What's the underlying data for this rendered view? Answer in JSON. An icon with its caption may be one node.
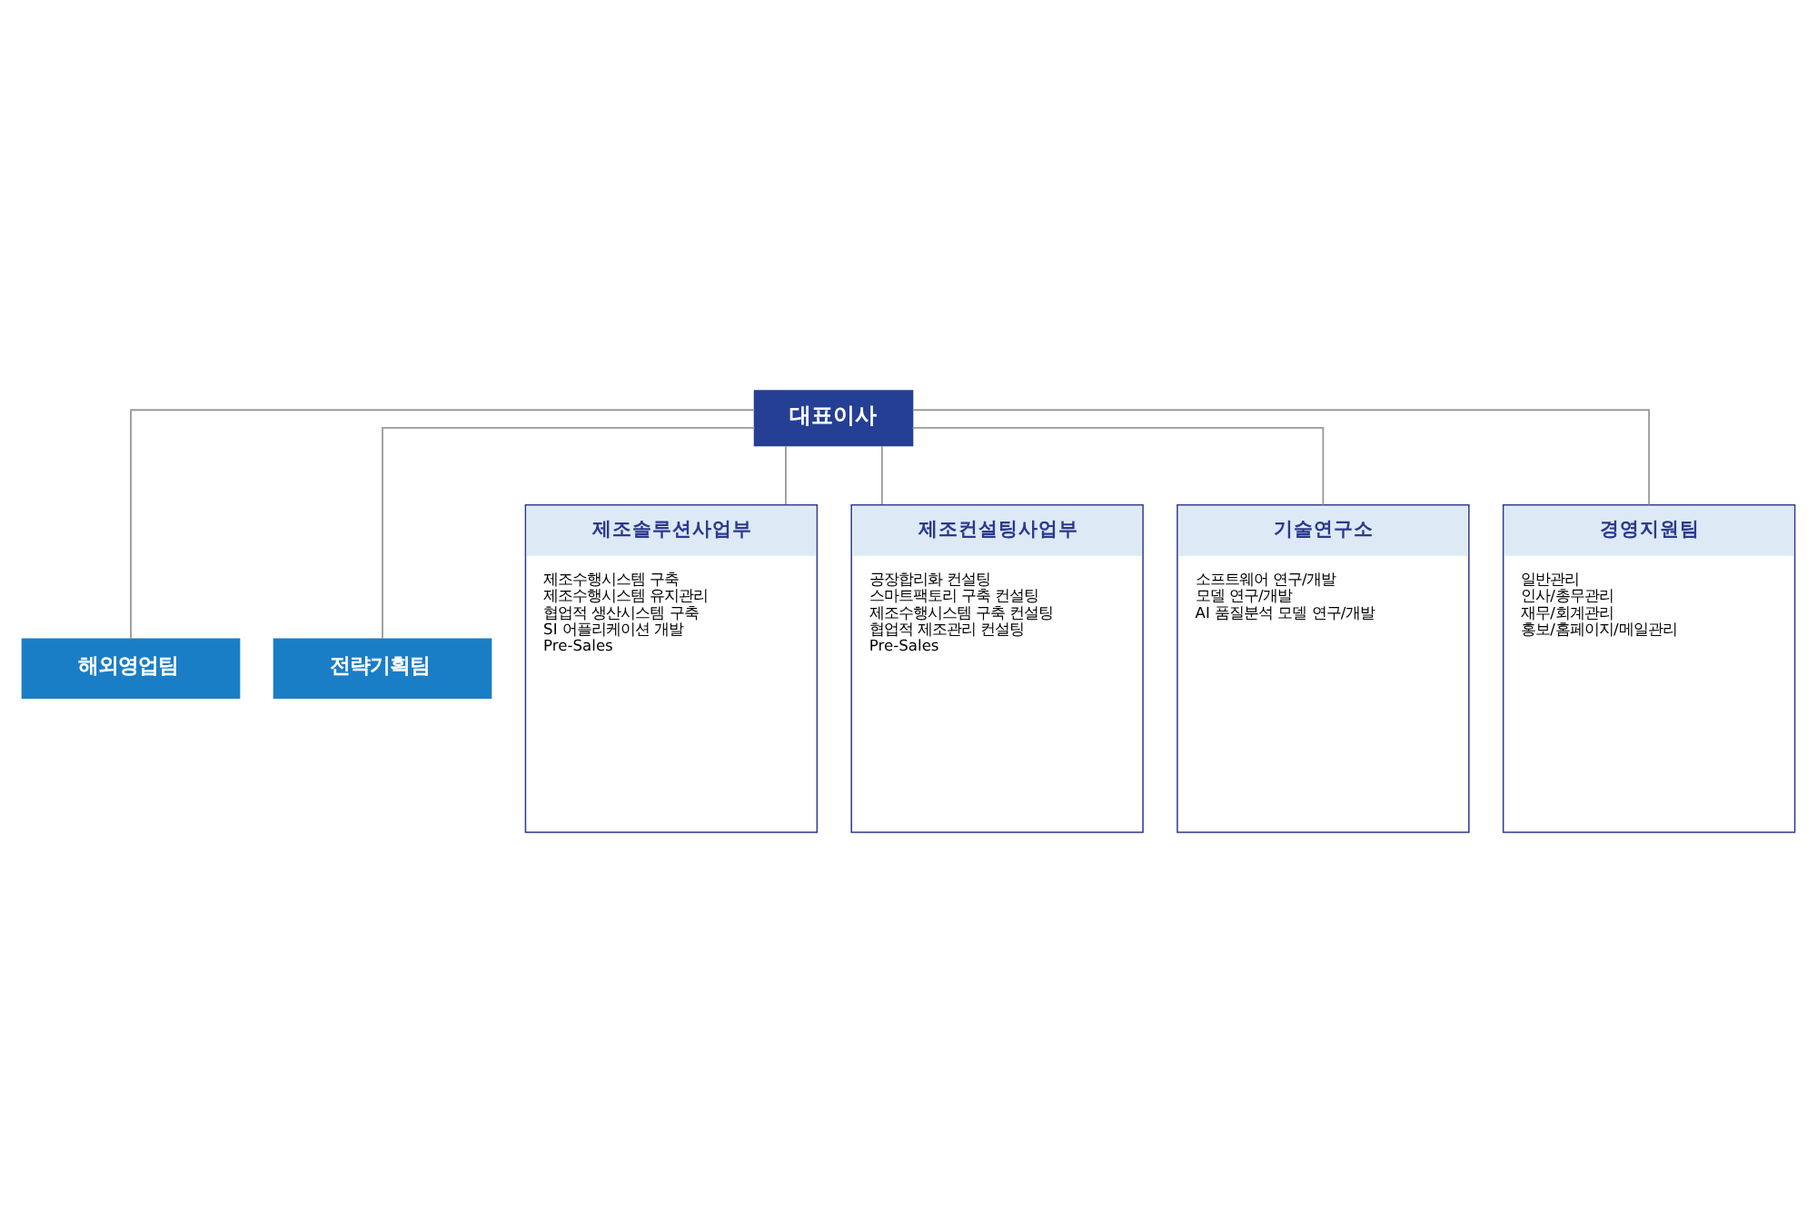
{
  "diagram": {
    "nodes": [
      {
        "text": [
          "대표이사"
        ]
      },
      {
        "text": [
          "해외영업팀"
        ]
      },
      {
        "text": [
          "전략기획팀"
        ]
      },
      {
        "text": [
          "제조솔루션사업부",
          "제조수행시스템 구축",
          "제조수행시스템 유지관리",
          "협업적 생산시스템 구축",
          "SI 어플리케이션 개발",
          "Pre-Sales"
        ]
      },
      {
        "text": [
          "제조컨설팅사업부",
          "공장합리화 컨설팅",
          "스마트팩토리 구축 컨설팅",
          "제조수행시스템 구축 컨설팅",
          "협업적 제조관리 컨설팅",
          "Pre-Sales"
        ]
      },
      {
        "text": [
          "기술연구소",
          "소프트웨어 연구/개발",
          "모델 연구/개발",
          "AI 품질분석 모델 연구/개발"
        ]
      },
      {
        "text": [
          "경영지원팀",
          "일반관리",
          "인사/총무관리",
          "재무/회계관리",
          "홍보/홈페이지/메일관리"
        ]
      }
    ],
    "edges": [
      {
        "from": 0,
        "to": 1,
        "arrow": "none"
      },
      {
        "from": 0,
        "to": 2,
        "arrow": "none"
      },
      {
        "from": 0,
        "to": 3,
        "arrow": "none"
      },
      {
        "from": 0,
        "to": 4,
        "arrow": "none"
      },
      {
        "from": 0,
        "to": 5,
        "arrow": "none"
      },
      {
        "from": 0,
        "to": 6,
        "arrow": "none"
      }
    ]
  }
}
